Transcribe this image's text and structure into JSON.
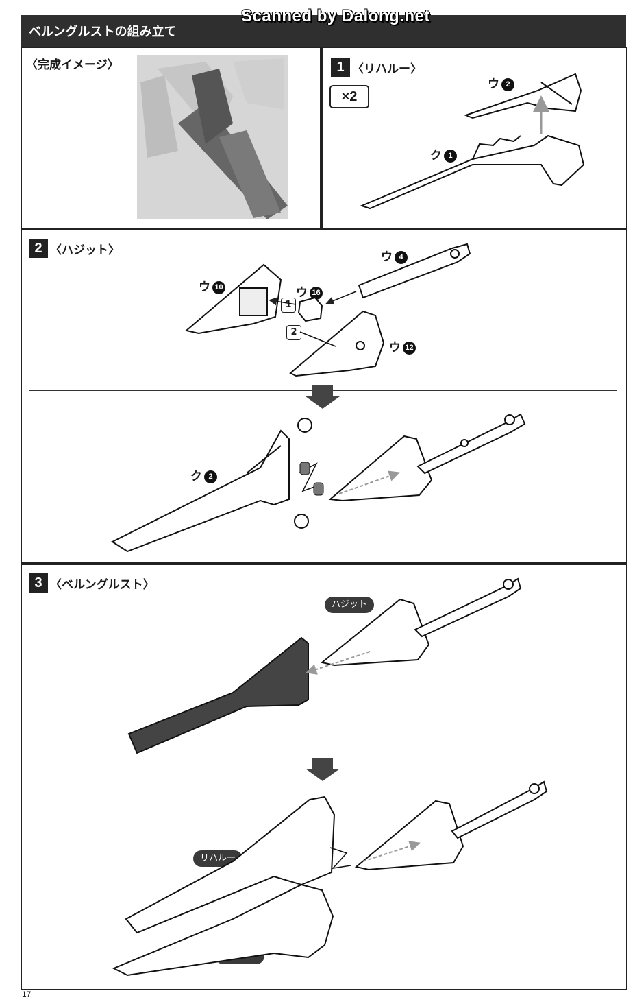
{
  "header": {
    "title": "ベルングルストの組み立て",
    "watermark": "Scanned by Dalong.net"
  },
  "completed_image": {
    "label": "〈完成イメージ〉"
  },
  "step1": {
    "number": "1",
    "label": "〈リハルー〉",
    "quantity": "×2",
    "parts": [
      {
        "letter": "ウ",
        "num": "2"
      },
      {
        "letter": "ク",
        "num": "1"
      }
    ]
  },
  "step2": {
    "number": "2",
    "label": "〈ハジット〉",
    "parts": [
      {
        "letter": "ウ",
        "num": "4"
      },
      {
        "letter": "ウ",
        "num": "10"
      },
      {
        "letter": "ウ",
        "num": "16"
      },
      {
        "letter": "ウ",
        "num": "12"
      },
      {
        "letter": "ク",
        "num": "2"
      }
    ],
    "order_marks": [
      "1",
      "2"
    ]
  },
  "step3": {
    "number": "3",
    "label": "〈ベルングルスト〉",
    "badges": [
      "ハジット",
      "リハルー",
      "リハルー"
    ]
  },
  "footer": {
    "page_number": "17"
  },
  "colors": {
    "dark": "#2f2f2f",
    "part_gray": "#555555",
    "line": "#1a1a1a"
  }
}
